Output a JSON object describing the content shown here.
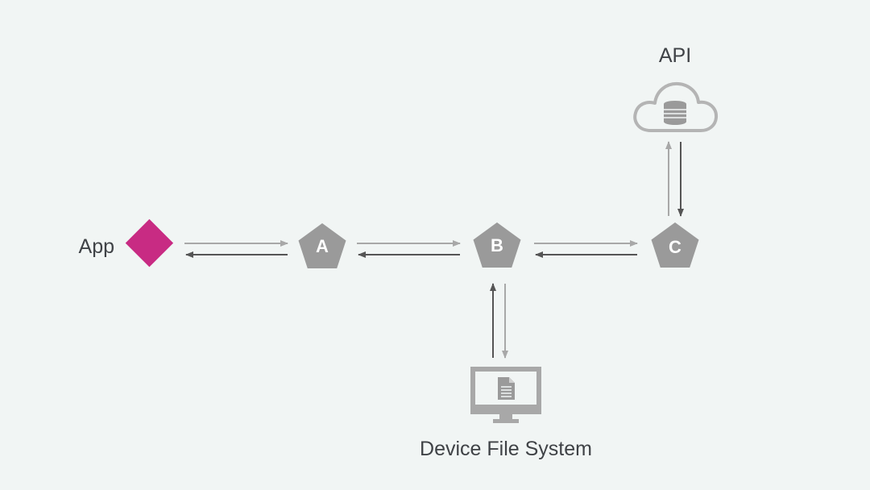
{
  "nodes": {
    "app": {
      "label": "App",
      "color": "#c82b83"
    },
    "a": {
      "letter": "A"
    },
    "b": {
      "letter": "B"
    },
    "c": {
      "letter": "C"
    },
    "api": {
      "label": "API",
      "icon": "cloud-database-icon"
    },
    "fs": {
      "label": "Device File System",
      "icon": "monitor-document-icon"
    }
  },
  "colors": {
    "node_fill": "#9a9a9a",
    "arrow_light": "#a8a8a8",
    "arrow_dark": "#555555",
    "text": "#3f4246"
  }
}
